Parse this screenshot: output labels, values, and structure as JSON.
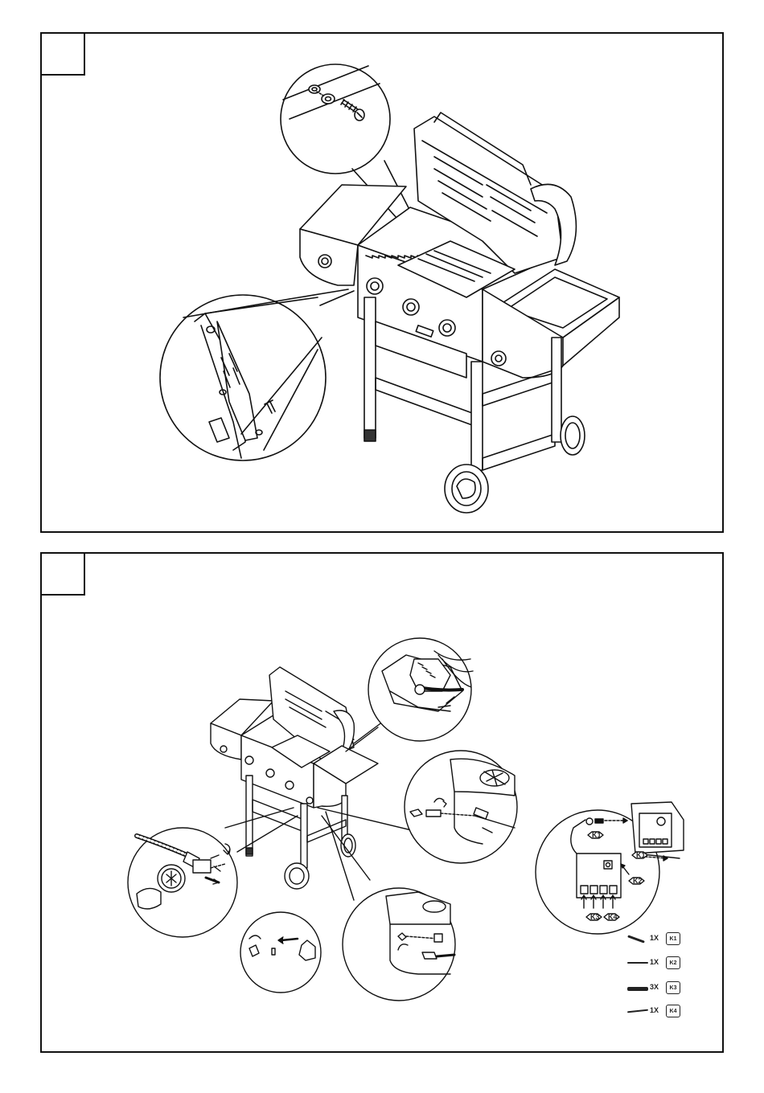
{
  "steps": [
    {
      "number": ""
    },
    {
      "number": ""
    }
  ],
  "legend": {
    "items": [
      {
        "qty": "1X",
        "code": "K1"
      },
      {
        "qty": "1X",
        "code": "K2"
      },
      {
        "qty": "3X",
        "code": "K3"
      },
      {
        "qty": "1X",
        "code": "K4"
      }
    ]
  },
  "wiring_labels": {
    "k1": "K1",
    "k2": "K2",
    "k3": "K3",
    "k4": "K4"
  }
}
